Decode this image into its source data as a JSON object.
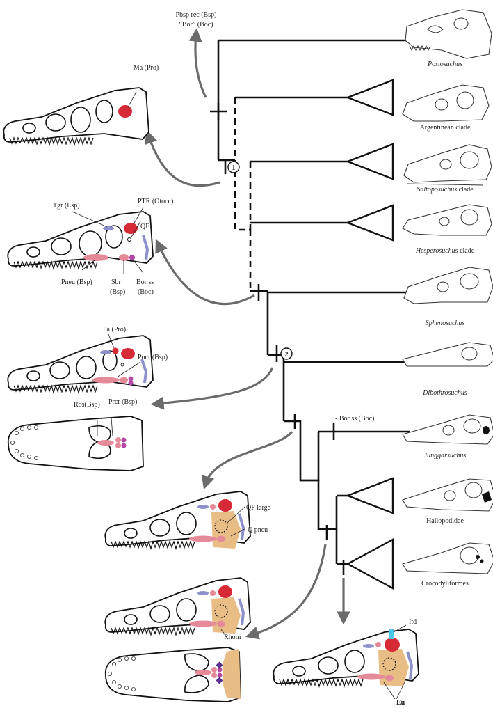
{
  "colors": {
    "red": "#d62a36",
    "pink": "#e58a98",
    "lavender": "#8e90cc",
    "magenta": "#b347a4",
    "tan": "#e9bd86",
    "cyan": "#49c7e8",
    "purple": "#5b2d8e",
    "arrow": "#6b6b6b"
  },
  "taxa": {
    "postosuchus": "Postosuchus",
    "argentinean": "Argentinean clade",
    "saltoposuchus": "Saltoposuchus",
    "saltoposuchus_suffix": " clade",
    "hesperosuchus": "Hesperosuchus",
    "hesperosuchus_suffix": " clade",
    "sphenosuchus": "Sphenosuchus",
    "dibothrosuchus": "Dibothrosuchus",
    "junggarsuchus": "Junggarsuchus",
    "hallopodidae": "Hallopodidae",
    "crocodyliformes": "Crocodyliformes"
  },
  "nodes": {
    "one": "1",
    "two": "2"
  },
  "labels": {
    "pbsp_rec": "Pbsp rec (Bsp)",
    "bor_boc": "“Bor” (Boc)",
    "ma_pro": "Ma (Pro)",
    "tgr": "Tgr (Lsp)",
    "ptr": "PTR (Otocc)",
    "qf": "QF",
    "pneu": "Pneu (Bsp)",
    "sbr": "Sbr",
    "sbr_bsp": "(Bsp)",
    "bor_ss": "Bor ss",
    "bor_ss_boc": "(Boc)",
    "fa_pro": "Fa (Pro)",
    "pocr": "Pocr (Bsp)",
    "ros": "Ros(Bsp)",
    "prcr": "Prcr (Bsp)",
    "minus_bor": "- Bor ss (Boc)",
    "qf_large": "QF large",
    "q_pneu": "Q pneu",
    "rhom": "Rhom",
    "itd": "Itd",
    "eu": "Eu"
  }
}
